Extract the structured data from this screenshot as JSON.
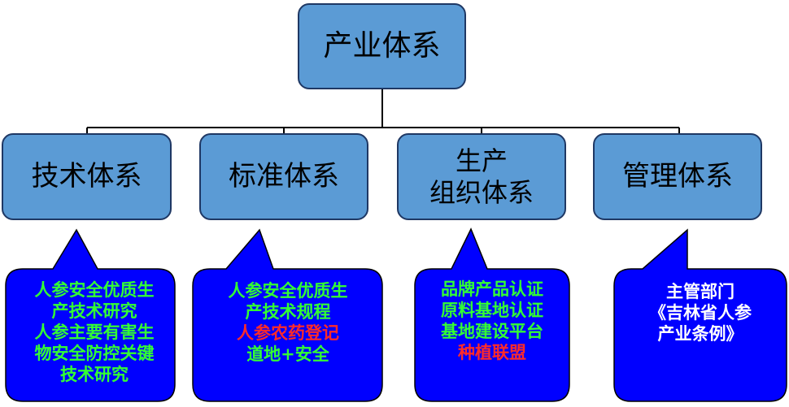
{
  "root": {
    "label": "产业体系"
  },
  "children": [
    {
      "label": "技术体系"
    },
    {
      "label": "标准体系"
    },
    {
      "label_line1": "生产",
      "label_line2": "组织体系"
    },
    {
      "label": "管理体系"
    }
  ],
  "callouts": [
    {
      "lines": [
        "人参安全优质生",
        "产技术研究",
        "人参主要有害生",
        "物安全防控关键",
        "技术研究"
      ]
    },
    {
      "lines": [
        "人参安全优质生",
        "产技术规程",
        "人参农药登记",
        "道地+安全"
      ]
    },
    {
      "lines": [
        "品牌产品认证",
        "原料基地认证",
        "基地建设平台",
        "种植联盟"
      ]
    },
    {
      "lines": [
        "主管部门",
        "《吉林省人参",
        "产业条例》"
      ]
    }
  ],
  "colors": {
    "node_fill": "#5b9bd5",
    "node_border": "#1f3864",
    "callout_fill": "#0000ff",
    "callout_border": "#000000",
    "text_green": "#33ff33",
    "text_red": "#ff2a2a",
    "text_white": "#ffffff"
  }
}
